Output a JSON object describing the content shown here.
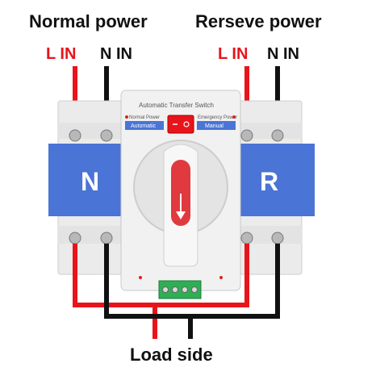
{
  "labels": {
    "normal_power": "Normal power",
    "reserve_power": "Rerseve power",
    "normal_l": "L IN",
    "normal_n": "N IN",
    "reserve_l": "L IN",
    "reserve_n": "N IN",
    "load_side": "Load side"
  },
  "device": {
    "title": "Automatic Transfer Switch",
    "left_small": "Normal Power",
    "right_small": "Emergency Power",
    "mode_left": "Automatic",
    "mode_right": "Manual",
    "left_module": "N",
    "right_module": "R"
  },
  "colors": {
    "wire_red": "#e8141b",
    "wire_black": "#111111",
    "module_blue": "#4a74d6",
    "handle_red": "#e03a3f",
    "terminal_green": "#2fae55"
  }
}
